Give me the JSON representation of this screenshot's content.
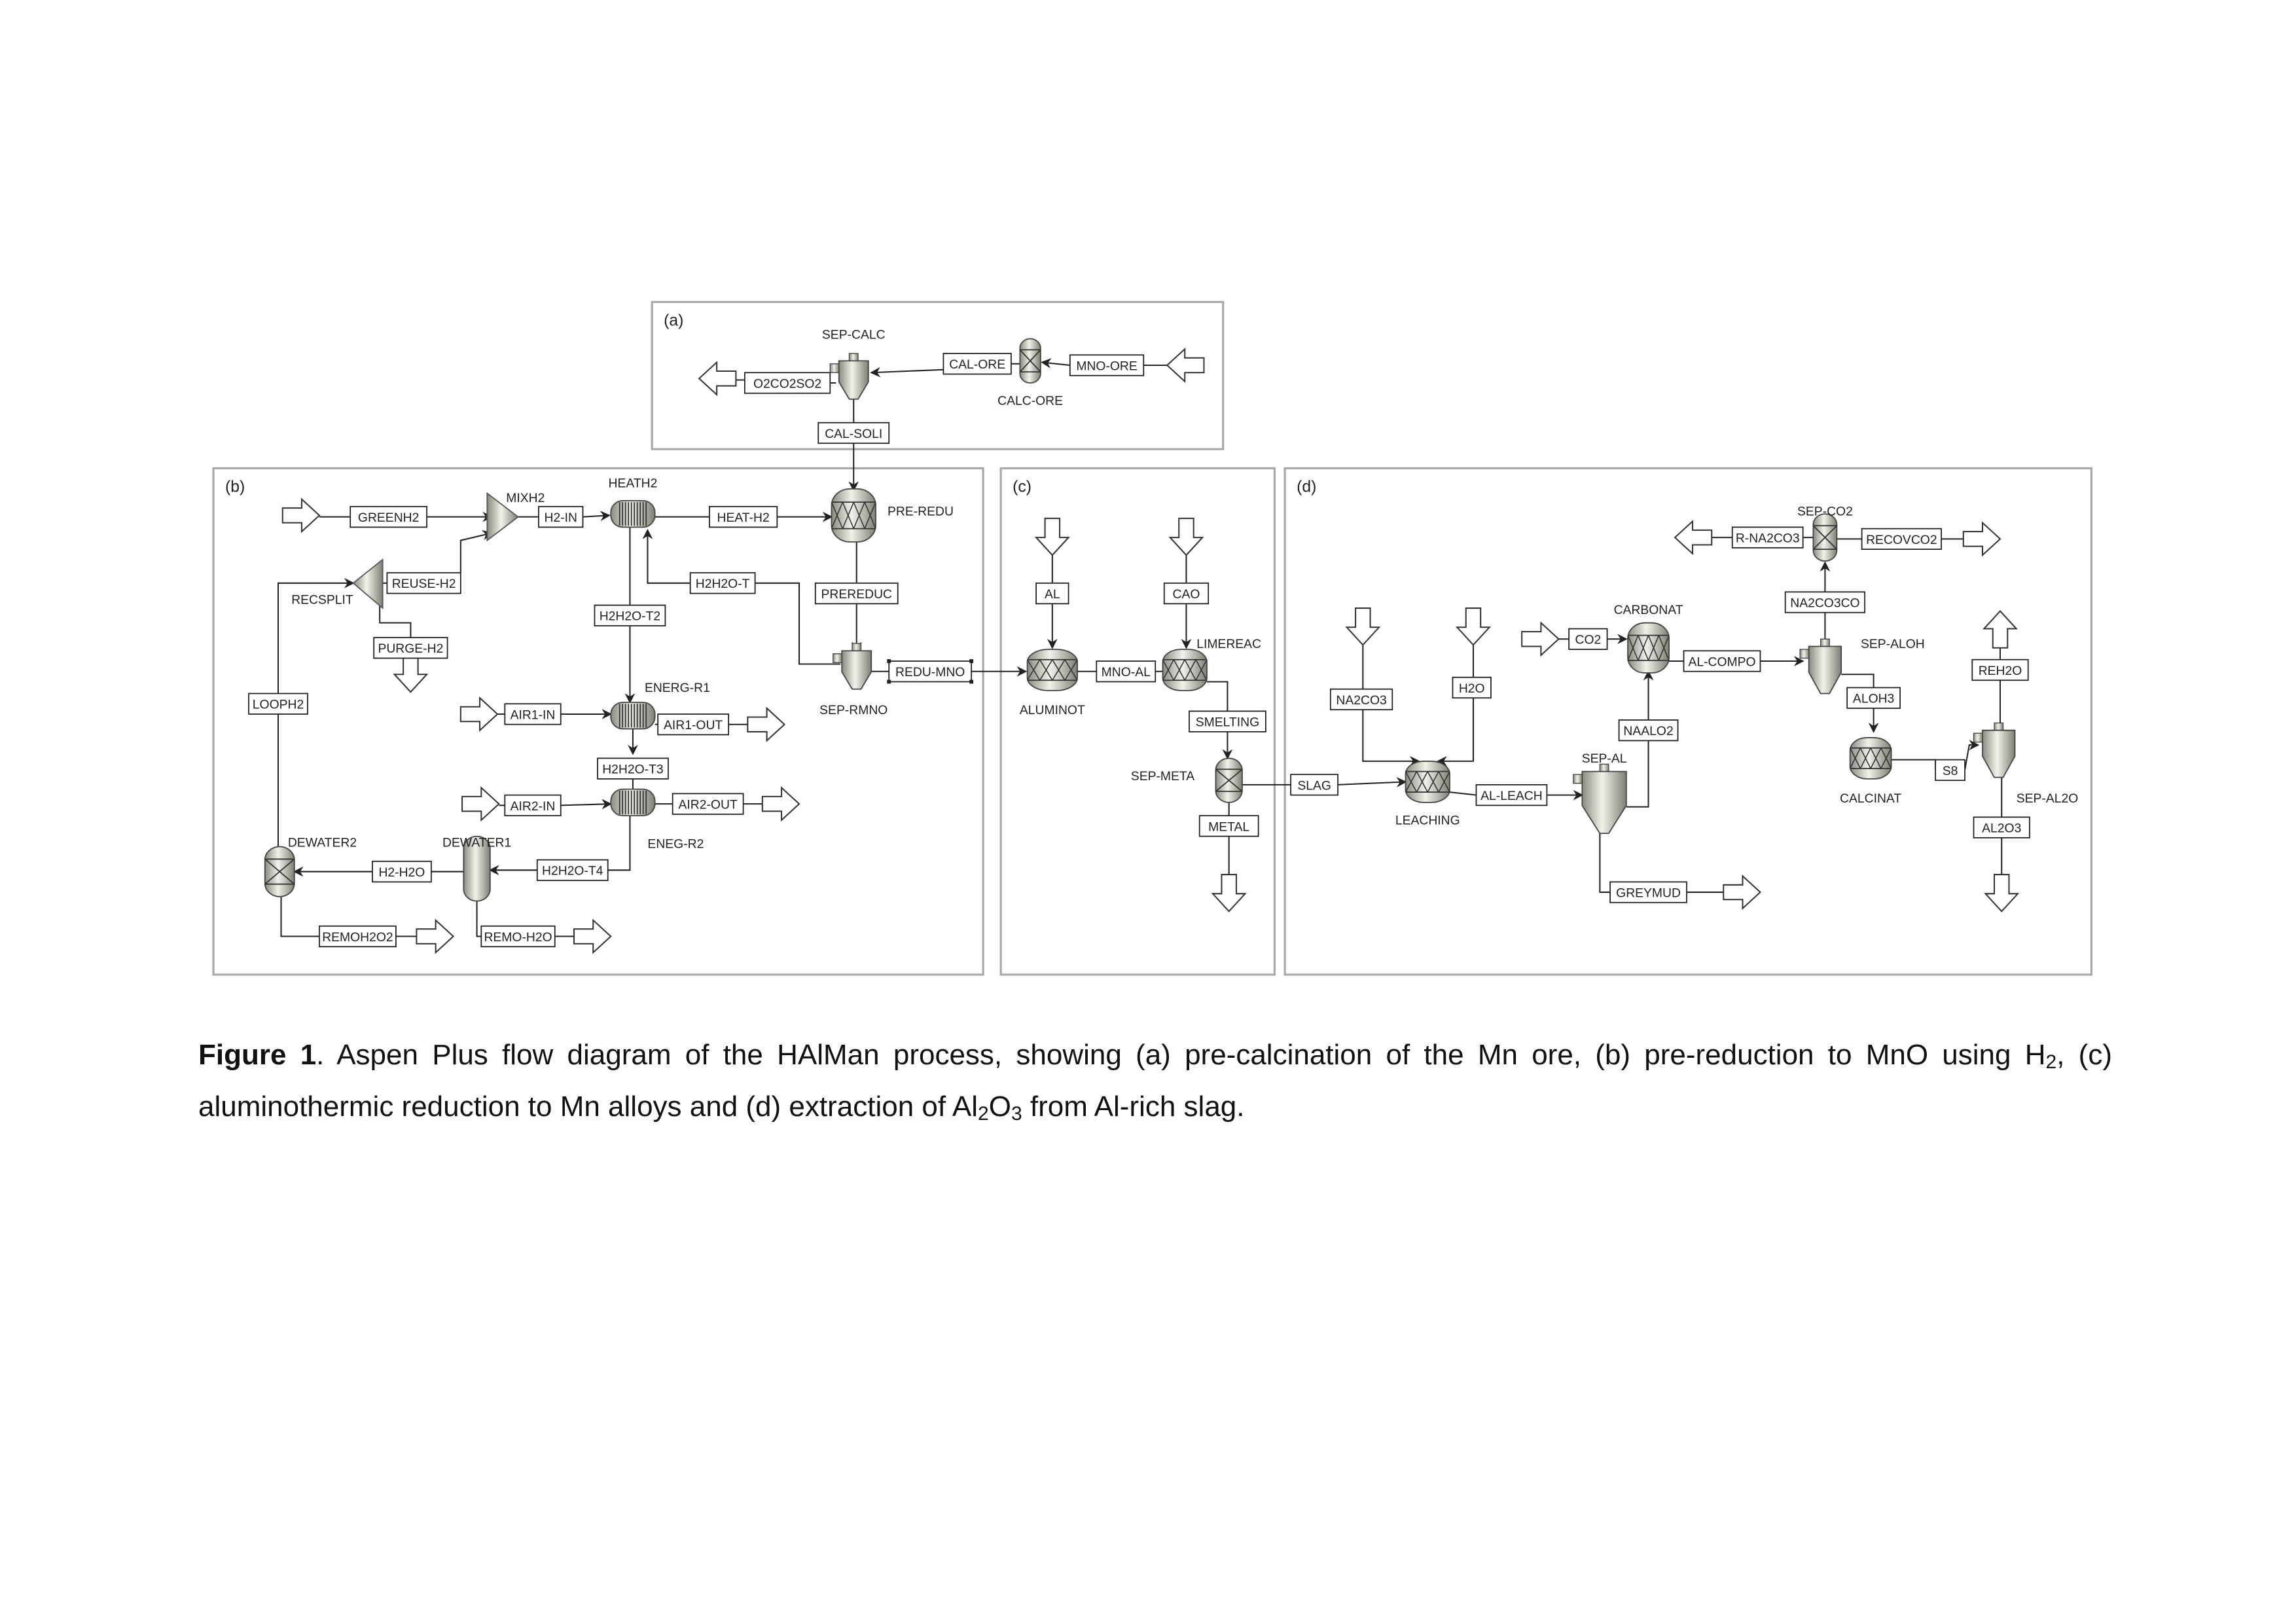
{
  "panels": {
    "a": "(a)",
    "b": "(b)",
    "c": "(c)",
    "d": "(d)"
  },
  "blocks": {
    "sep_calc": "SEP-CALC",
    "calc_ore": "CALC-ORE",
    "mixh2": "MIXH2",
    "heath2": "HEATH2",
    "pre_redu": "PRE-REDU",
    "sep_rmno": "SEP-RMNO",
    "recsplit": "RECSPLIT",
    "energ_r1": "ENERG-R1",
    "eneg_r2": "ENEG-R2",
    "dewater1": "DEWATER1",
    "dewater2": "DEWATER2",
    "aluminot": "ALUMINOT",
    "limereac": "LIMEREAC",
    "sep_meta": "SEP-META",
    "leaching": "LEACHING",
    "sep_al": "SEP-AL",
    "carbonat": "CARBONAT",
    "sep_aloh": "SEP-ALOH",
    "sep_co2": "SEP-CO2",
    "calcinat": "CALCINAT",
    "sep_al2o": "SEP-AL2O"
  },
  "streams": {
    "o2co2so2": "O2CO2SO2",
    "cal_ore": "CAL-ORE",
    "mno_ore": "MNO-ORE",
    "cal_soli": "CAL-SOLI",
    "greenh2": "GREENH2",
    "h2_in": "H2-IN",
    "heat_h2": "HEAT-H2",
    "prereduc": "PREREDUC",
    "redu_mno": "REDU-MNO",
    "h2h2o_t": "H2H2O-T",
    "h2h2o_t2": "H2H2O-T2",
    "reuse_h2": "REUSE-H2",
    "purge_h2": "PURGE-H2",
    "looph2": "LOOPH2",
    "air1_in": "AIR1-IN",
    "air1_out": "AIR1-OUT",
    "h2h2o_t3": "H2H2O-T3",
    "air2_in": "AIR2-IN",
    "air2_out": "AIR2-OUT",
    "h2h2o_t4": "H2H2O-T4",
    "h2_h2o": "H2-H2O",
    "remoh2o2": "REMOH2O2",
    "remo_h2o": "REMO-H2O",
    "al": "AL",
    "cao": "CAO",
    "mno_al": "MNO-AL",
    "smelting": "SMELTING",
    "metal": "METAL",
    "slag": "SLAG",
    "na2co3": "NA2CO3",
    "h2o": "H2O",
    "al_leach": "AL-LEACH",
    "naalo2": "NAALO2",
    "co2": "CO2",
    "al_compo": "AL-COMPO",
    "na2co3co": "NA2CO3CO",
    "r_na2co3": "R-NA2CO3",
    "recovco2": "RECOVCO2",
    "aloh3": "ALOH3",
    "s8": "S8",
    "reh2o": "REH2O",
    "al2o3": "AL2O3",
    "greymud": "GREYMUD"
  },
  "caption": {
    "label": "Figure 1",
    "t1": ". Aspen Plus flow diagram of the HAlMan process, showing (a) pre-calcination of the Mn ore, (b) pre-reduction to MnO using H",
    "s1": "2",
    "t2": ", (c) aluminothermic reduction to Mn alloys and (d) extraction of Al",
    "s2": "2",
    "t3": "O",
    "s3": "3",
    "t4": " from Al-rich slag."
  },
  "colors": {
    "panel_border": "#a8a8a8",
    "line": "#222222",
    "equipment_light": "#eeeee4",
    "equipment_dark": "#8a8a80"
  }
}
